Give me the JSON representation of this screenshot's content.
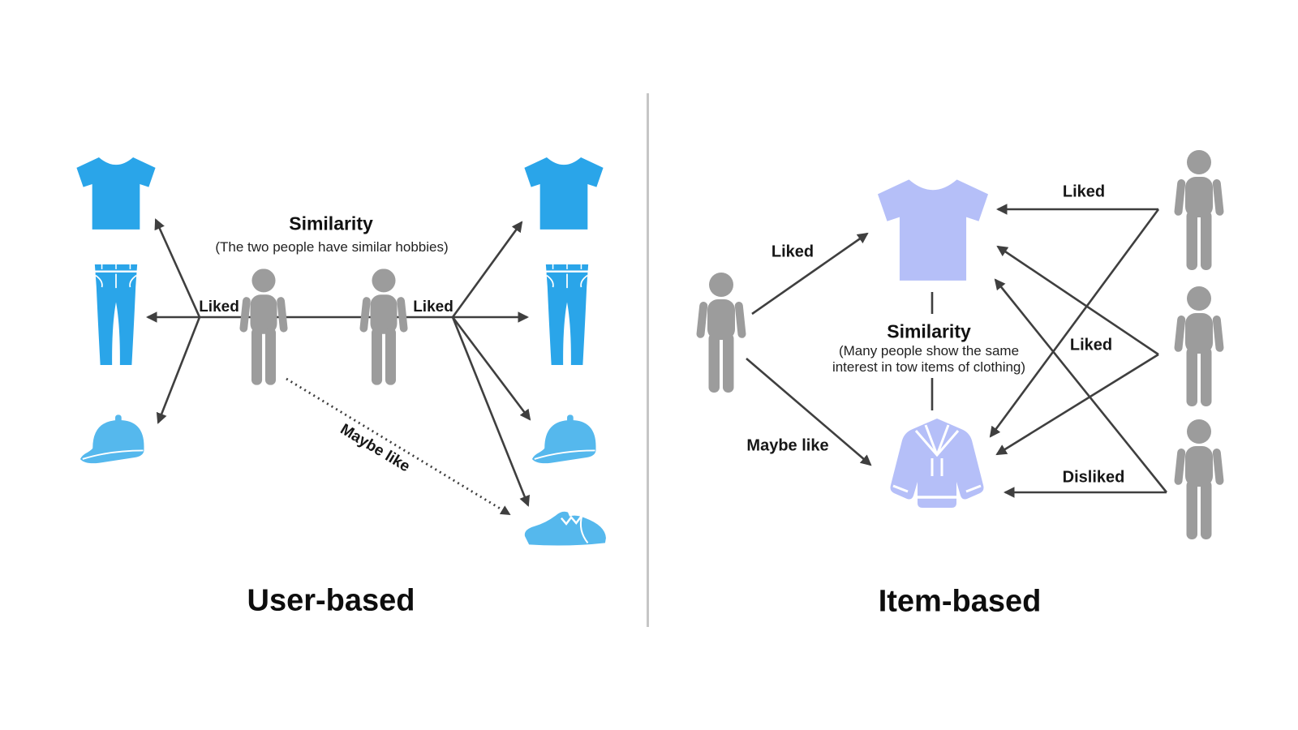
{
  "colors": {
    "blue": "#2aa5e9",
    "lightblue": "#55b8ed",
    "periwinkle": "#b5bff8",
    "gray": "#9c9c9c",
    "arrow": "#3f3f3f",
    "text": "#1b1b1b",
    "divider": "#c6c6c6"
  },
  "left_panel": {
    "title": "User-based",
    "similarity": {
      "heading": "Similarity",
      "subtitle": "(The two people have similar hobbies)"
    },
    "labels": {
      "liked_left": "Liked",
      "liked_right": "Liked",
      "maybe_like": "Maybe like"
    },
    "icons": [
      {
        "name": "tshirt-icon"
      },
      {
        "name": "jeans-icon"
      },
      {
        "name": "cap-icon"
      },
      {
        "name": "person-icon"
      },
      {
        "name": "person-icon"
      },
      {
        "name": "tshirt-icon"
      },
      {
        "name": "jeans-icon"
      },
      {
        "name": "cap-icon"
      },
      {
        "name": "shoe-icon"
      }
    ]
  },
  "right_panel": {
    "title": "Item-based",
    "similarity": {
      "heading": "Similarity",
      "subtitle_line1": "(Many people show the same",
      "subtitle_line2": "interest in tow items of clothing)"
    },
    "labels": {
      "liked_person": "Liked",
      "maybe_like": "Maybe like",
      "liked_top": "Liked",
      "liked_middle": "Liked",
      "disliked": "Disliked"
    },
    "icons": [
      {
        "name": "person-icon"
      },
      {
        "name": "tshirt-icon"
      },
      {
        "name": "hoodie-icon"
      },
      {
        "name": "person-icon"
      },
      {
        "name": "person-icon"
      },
      {
        "name": "person-icon"
      }
    ]
  }
}
